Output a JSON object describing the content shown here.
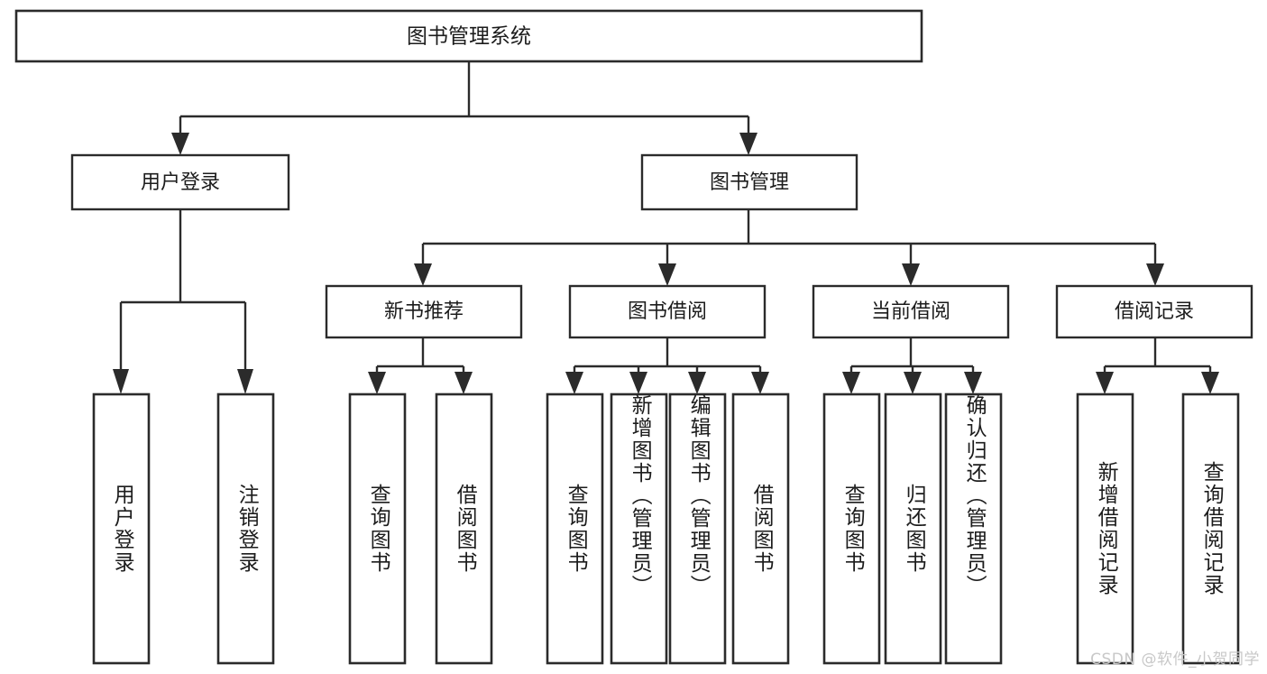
{
  "diagram": {
    "type": "tree",
    "title": "图书管理系统",
    "watermark": "CSDN @软件_小贺同学",
    "colors": {
      "box_stroke": "#2b2b2b",
      "box_fill": "#ffffff",
      "text": "#1c1c1c",
      "background": "#ffffff",
      "watermark": "#c8c8c8"
    },
    "nodes": {
      "root": {
        "label": "图书管理系统",
        "level": 0
      },
      "l1": [
        {
          "id": "user-login",
          "label": "用户登录"
        },
        {
          "id": "book-manage",
          "label": "图书管理"
        }
      ],
      "l2": [
        {
          "id": "new-book-rec",
          "label": "新书推荐",
          "parent": "book-manage"
        },
        {
          "id": "book-borrow",
          "label": "图书借阅",
          "parent": "book-manage"
        },
        {
          "id": "current-borrow",
          "label": "当前借阅",
          "parent": "book-manage"
        },
        {
          "id": "borrow-record",
          "label": "借阅记录",
          "parent": "book-manage"
        }
      ],
      "leaves": [
        {
          "id": "leaf-user-login",
          "label": "用户登录",
          "parent": "user-login"
        },
        {
          "id": "leaf-user-logout",
          "label": "注销登录",
          "parent": "user-login"
        },
        {
          "id": "leaf-query-book-1",
          "label": "查询图书",
          "parent": "new-book-rec"
        },
        {
          "id": "leaf-borrow-book-1",
          "label": "借阅图书",
          "parent": "new-book-rec"
        },
        {
          "id": "leaf-query-book-2",
          "label": "查询图书",
          "parent": "book-borrow"
        },
        {
          "id": "leaf-add-book",
          "label": "新增图书（管理员）",
          "parent": "book-borrow"
        },
        {
          "id": "leaf-edit-book",
          "label": "编辑图书（管理员）",
          "parent": "book-borrow"
        },
        {
          "id": "leaf-borrow-book-2",
          "label": "借阅图书",
          "parent": "book-borrow"
        },
        {
          "id": "leaf-query-book-3",
          "label": "查询图书",
          "parent": "current-borrow"
        },
        {
          "id": "leaf-return-book",
          "label": "归还图书",
          "parent": "current-borrow"
        },
        {
          "id": "leaf-confirm-return",
          "label": "确认归还（管理员）",
          "parent": "current-borrow"
        },
        {
          "id": "leaf-add-record",
          "label": "新增借阅记录",
          "parent": "borrow-record"
        },
        {
          "id": "leaf-query-record",
          "label": "查询借阅记录",
          "parent": "borrow-record"
        }
      ]
    }
  }
}
